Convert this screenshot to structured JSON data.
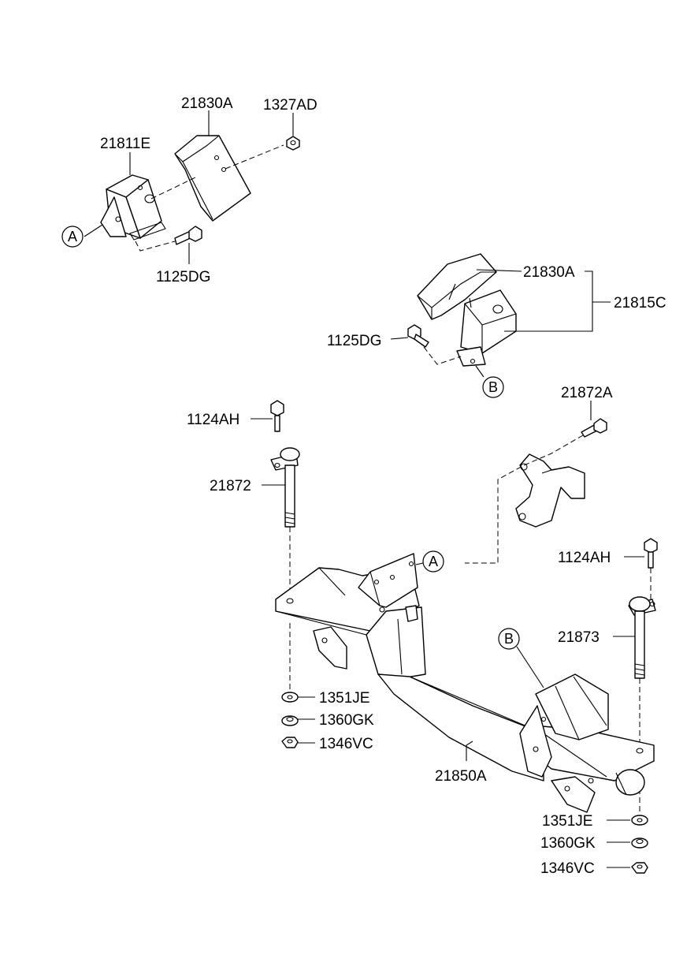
{
  "labels": {
    "p21830A_top": "21830A",
    "p1327AD": "1327AD",
    "p21811E": "21811E",
    "p1125DG_top": "1125DG",
    "p21830A_mid": "21830A",
    "p21815C": "21815C",
    "p1125DG_mid": "1125DG",
    "p21872A": "21872A",
    "p1124AH_left": "1124AH",
    "p21872": "21872",
    "p1124AH_right": "1124AH",
    "p21873": "21873",
    "p1351JE_left": "1351JE",
    "p1360GK_left": "1360GK",
    "p1346VC_left": "1346VC",
    "p21850A": "21850A",
    "p1351JE_right": "1351JE",
    "p1360GK_right": "1360GK",
    "p1346VC_right": "1346VC"
  },
  "callouts": {
    "a_top": "A",
    "b_mid": "B",
    "a_frame": "A",
    "b_frame": "B"
  }
}
